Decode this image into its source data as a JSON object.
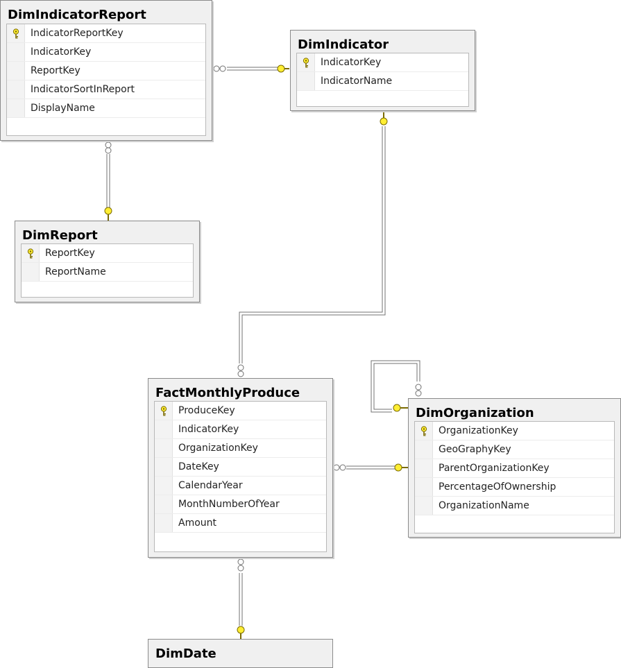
{
  "diagram": {
    "tables": {
      "dim_indicator_report": {
        "title": "DimIndicatorReport",
        "columns": [
          {
            "name": "IndicatorReportKey",
            "primary_key": true
          },
          {
            "name": "IndicatorKey",
            "primary_key": false
          },
          {
            "name": "ReportKey",
            "primary_key": false
          },
          {
            "name": "IndicatorSortInReport",
            "primary_key": false
          },
          {
            "name": "DisplayName",
            "primary_key": false
          }
        ]
      },
      "dim_indicator": {
        "title": "DimIndicator",
        "columns": [
          {
            "name": "IndicatorKey",
            "primary_key": true
          },
          {
            "name": "IndicatorName",
            "primary_key": false
          }
        ]
      },
      "dim_report": {
        "title": "DimReport",
        "columns": [
          {
            "name": "ReportKey",
            "primary_key": true
          },
          {
            "name": "ReportName",
            "primary_key": false
          }
        ]
      },
      "fact_monthly_produce": {
        "title": "FactMonthlyProduce",
        "columns": [
          {
            "name": "ProduceKey",
            "primary_key": true
          },
          {
            "name": "IndicatorKey",
            "primary_key": false
          },
          {
            "name": "OrganizationKey",
            "primary_key": false
          },
          {
            "name": "DateKey",
            "primary_key": false
          },
          {
            "name": "CalendarYear",
            "primary_key": false
          },
          {
            "name": "MonthNumberOfYear",
            "primary_key": false
          },
          {
            "name": "Amount",
            "primary_key": false
          }
        ]
      },
      "dim_organization": {
        "title": "DimOrganization",
        "columns": [
          {
            "name": "OrganizationKey",
            "primary_key": true
          },
          {
            "name": "GeoGraphyKey",
            "primary_key": false
          },
          {
            "name": "ParentOrganizationKey",
            "primary_key": false
          },
          {
            "name": "PercentageOfOwnership",
            "primary_key": false
          },
          {
            "name": "OrganizationName",
            "primary_key": false
          }
        ]
      },
      "dim_date": {
        "title": "DimDate",
        "columns": []
      }
    },
    "relationships": [
      {
        "many": "DimIndicatorReport",
        "one": "DimIndicator"
      },
      {
        "many": "DimIndicatorReport",
        "one": "DimReport"
      },
      {
        "many": "FactMonthlyProduce",
        "one": "DimIndicator"
      },
      {
        "many": "FactMonthlyProduce",
        "one": "DimOrganization"
      },
      {
        "many": "FactMonthlyProduce",
        "one": "DimDate"
      },
      {
        "many": "DimOrganization",
        "one": "DimOrganization"
      }
    ],
    "colors": {
      "key_fill": "#ffee33",
      "key_stroke": "#7a6a00",
      "line": "#707070",
      "frame": "#8a8a8a",
      "header": "#f0f0f0"
    }
  }
}
